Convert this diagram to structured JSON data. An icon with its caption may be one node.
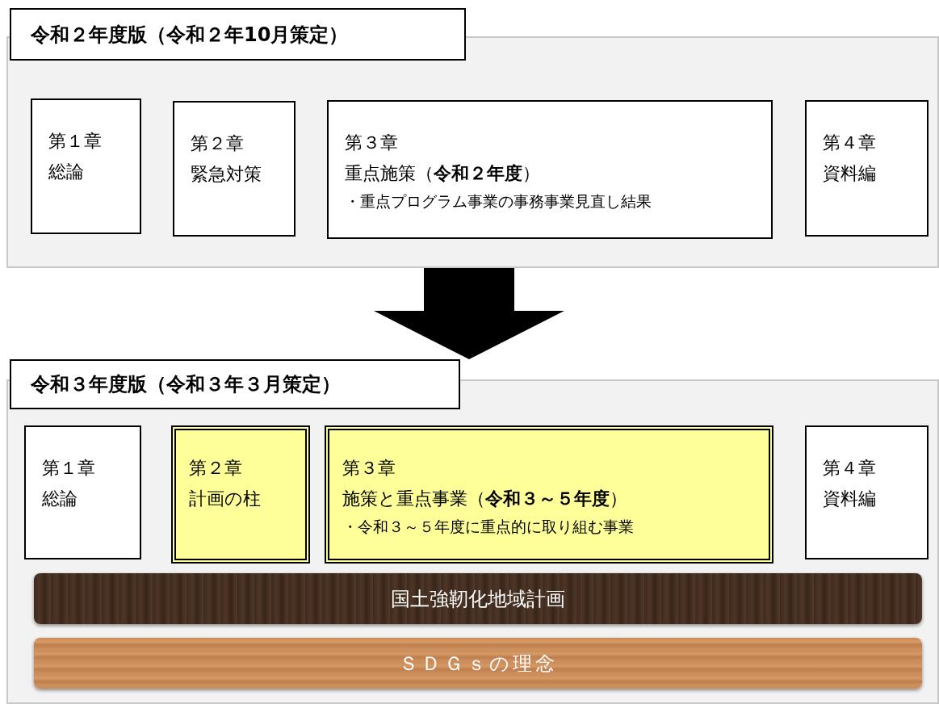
{
  "diagram": {
    "nodes": [
      {
        "text": [
          "令和２年度版（令和２年10月策定）"
        ]
      },
      {
        "text": [
          "第１章",
          "総論"
        ],
        "in": 0
      },
      {
        "text": [
          "第２章",
          "緊急対策"
        ],
        "in": 0
      },
      {
        "text": [
          "第３章",
          "重点施策（**令和２年度**）",
          "・重点プログラム事業の事務事業見直し結果"
        ],
        "in": 0
      },
      {
        "text": [
          "第４章",
          "資料編"
        ],
        "in": 0
      },
      {
        "text": [
          "令和３年度版（令和３年３月策定）"
        ]
      },
      {
        "text": [
          "第１章",
          "総論"
        ],
        "in": 5
      },
      {
        "text": [
          "第２章",
          "計画の柱"
        ],
        "in": 5
      },
      {
        "text": [
          "第３章",
          "施策と重点事業（**令和３～５年度**）",
          "・令和３～５年度に重点的に取り組む事業"
        ],
        "in": 5
      },
      {
        "text": [
          "第４章",
          "資料編"
        ],
        "in": 5
      },
      {
        "text": [
          "国土強靭化地域計画"
        ],
        "in": 5
      },
      {
        "text": [
          "ＳＤＧｓの理念"
        ],
        "in": 5
      }
    ],
    "edges": [
      {
        "from": 0,
        "to": 5,
        "arrow": "to"
      }
    ]
  }
}
